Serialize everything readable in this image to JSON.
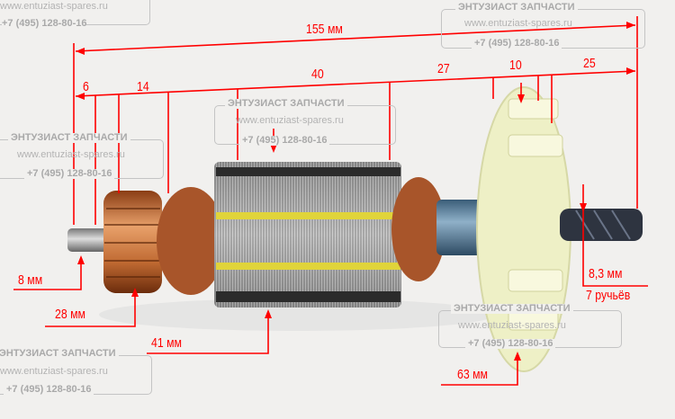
{
  "product": "armature",
  "watermark": {
    "brand": "ЭНТУЗИАСТ ЗАПЧАСТИ",
    "url": "www.entuziast-spares.ru",
    "phone": "+7 (495) 128-80-16"
  },
  "dimensions": {
    "total_length": "155 мм",
    "segments": [
      "6",
      "14",
      "40",
      "27",
      "10",
      "25"
    ],
    "shaft_diameter": "8 мм",
    "commutator_diameter": "28 мм",
    "core_diameter": "41 мм",
    "fan_diameter": "63 мм",
    "gear_diameter": "8,3 мм",
    "gear_teeth": "7 ручьёв"
  },
  "colors": {
    "annotation": "#ff0000",
    "background": "#f1f0ee",
    "copper": "#c8743a",
    "fan": "#eef0c6"
  }
}
